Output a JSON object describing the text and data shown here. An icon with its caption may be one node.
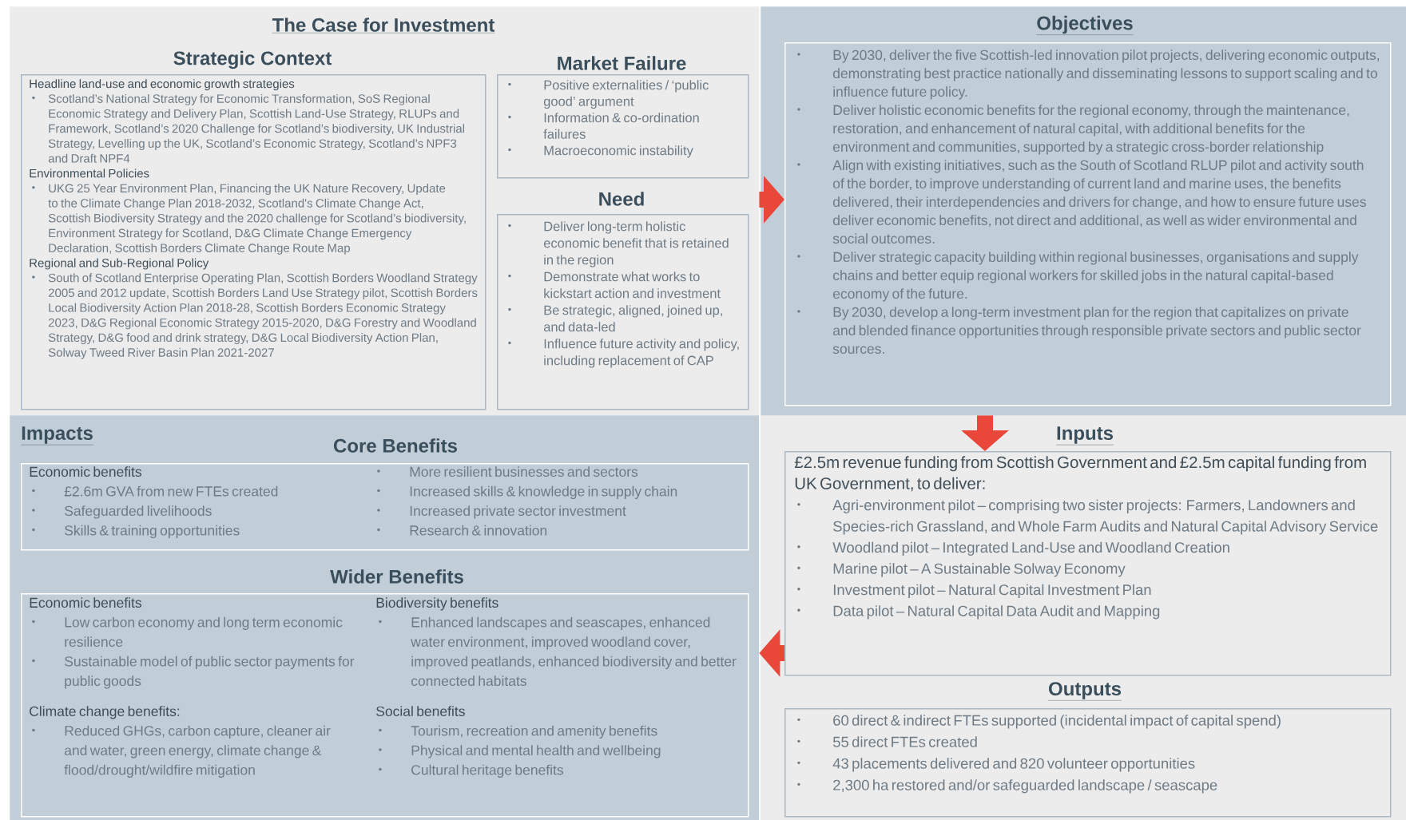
{
  "diagram": {
    "nodes": [
      {
        "text": [
          "The Case for Investment"
        ]
      },
      {
        "text": [
          "Strategic Context",
          "Headline land-use and economic growth strategies",
          "Scotland’s National Strategy for Economic Transformation, SoS Regional Economic Strategy and Delivery Plan, Scottish Land-Use Strategy, RLUPs and Framework, Scotland’s 2020 Challenge for Scotland’s biodiversity, UK Industrial Strategy, Levelling up the UK, Scotland’s Economic Strategy, Scotland’s NPF3 and Draft NPF4",
          "Environmental Policies",
          "UKG 25 Year Environment Plan, Financing the UK Nature Recovery, Update to the Climate Change Plan 2018-2032, Scotland's Climate Change Act, Scottish Biodiversity Strategy and the 2020 challenge for Scotland’s biodiversity, Environment Strategy for Scotland, D&G Climate Change Emergency Declaration, Scottish Borders Climate Change Route Map",
          "Regional and Sub-Regional Policy",
          "South of Scotland Enterprise Operating Plan, Scottish Borders Woodland Strategy 2005 and 2012 update, Scottish Borders Land Use Strategy pilot, Scottish Borders Local Biodiversity Action Plan 2018-28, Scottish Borders Economic Strategy 2023, D&G Regional Economic Strategy 2015-2020, D&G Forestry and Woodland Strategy, D&G food and drink strategy, D&G Local Biodiversity Action Plan, Solway Tweed River Basin Plan 2021-2027"
        ],
        "in": 0
      },
      {
        "text": [
          "Market Failure",
          "Positive externalities / ‘public good’ argument",
          "Information & co-ordination failures",
          "Macroeconomic instability"
        ],
        "in": 0
      },
      {
        "text": [
          "Need",
          "Deliver long-term holistic economic benefit that is retained in the region",
          "Demonstrate what works to kickstart action and investment",
          "Be strategic, aligned, joined up, and data-led",
          "Influence future activity and policy, including replacement of CAP"
        ],
        "in": 0
      },
      {
        "text": [
          "Objectives"
        ]
      },
      {
        "text": [
          "By 2030, deliver the five Scottish-led innovation pilot projects, delivering economic outputs, demonstrating best practice nationally and disseminating lessons to support scaling and to influence future policy.",
          "Deliver holistic economic benefits for the regional economy, through the maintenance, restoration, and enhancement of natural capital, with additional benefits for the environment and communities, supported by a strategic cross-border relationship",
          "Align with existing initiatives, such as the South of Scotland RLUP pilot and activity south of the border, to improve understanding of current land and marine uses, the benefits delivered, their interdependencies and drivers for change, and how to ensure future uses deliver economic benefits, not direct and additional, as well as wider environmental and social outcomes.",
          "Deliver strategic capacity building within regional businesses, organisations and supply chains and better equip regional workers for skilled jobs in the natural capital-based economy of the future.",
          "By 2030, develop a long-term investment plan for the region that capitalizes on private and blended finance opportunities through responsible private sectors and public sector sources."
        ],
        "in": 4
      },
      {
        "text": [
          "Impacts"
        ]
      },
      {
        "text": [
          "Core Benefits",
          "Economic benefits",
          "£2.6m GVA from new FTEs created",
          "Safeguarded livelihoods",
          "Skills & training opportunities",
          "More resilient businesses and sectors",
          "Increased skills & knowledge in supply chain",
          "Increased private sector investment",
          "Research & innovation"
        ],
        "in": 6
      },
      {
        "text": [
          "Wider Benefits",
          "Economic benefits",
          "Low carbon economy and long term economic resilience",
          "Sustainable model of public sector payments for public goods",
          "Climate change benefits:",
          "Reduced GHGs, carbon capture, cleaner air and water, green energy, climate change & flood/drought/wildfire mitigation",
          "Biodiversity benefits",
          "Enhanced landscapes and seascapes, enhanced water environment, improved woodland cover, improved peatlands, enhanced biodiversity and better connected habitats",
          "Social benefits",
          "Tourism, recreation and amenity benefits",
          "Physical and mental health and wellbeing",
          "Cultural heritage benefits"
        ],
        "in": 6
      },
      {
        "text": [
          "Inputs",
          "£2.5m revenue funding from Scottish Government and £2.5m capital funding from UK Government, to deliver:",
          "Agri-environment pilot – comprising two sister projects: Farmers, Landowners and Species-rich Grassland, and Whole Farm Audits and Natural Capital Advisory Service",
          "Woodland pilot – Integrated Land-Use and Woodland Creation",
          "Marine pilot – A Sustainable Solway Economy",
          "Investment pilot – Natural Capital Investment Plan",
          "Data pilot – Natural Capital Data Audit and Mapping"
        ]
      },
      {
        "text": [
          "Outputs",
          "60 direct & indirect FTEs supported (incidental impact of capital spend)",
          "55 direct FTEs created",
          "43 placements delivered and 820 volunteer opportunities",
          "2,300 ha restored and/or safeguarded landscape / seascape"
        ]
      }
    ],
    "edges": [
      {
        "from": 0,
        "to": 5,
        "arrow": "to"
      },
      {
        "from": 4,
        "to": 9,
        "arrow": "to"
      },
      {
        "from": 9,
        "to": 6,
        "arrow": "to"
      }
    ]
  }
}
